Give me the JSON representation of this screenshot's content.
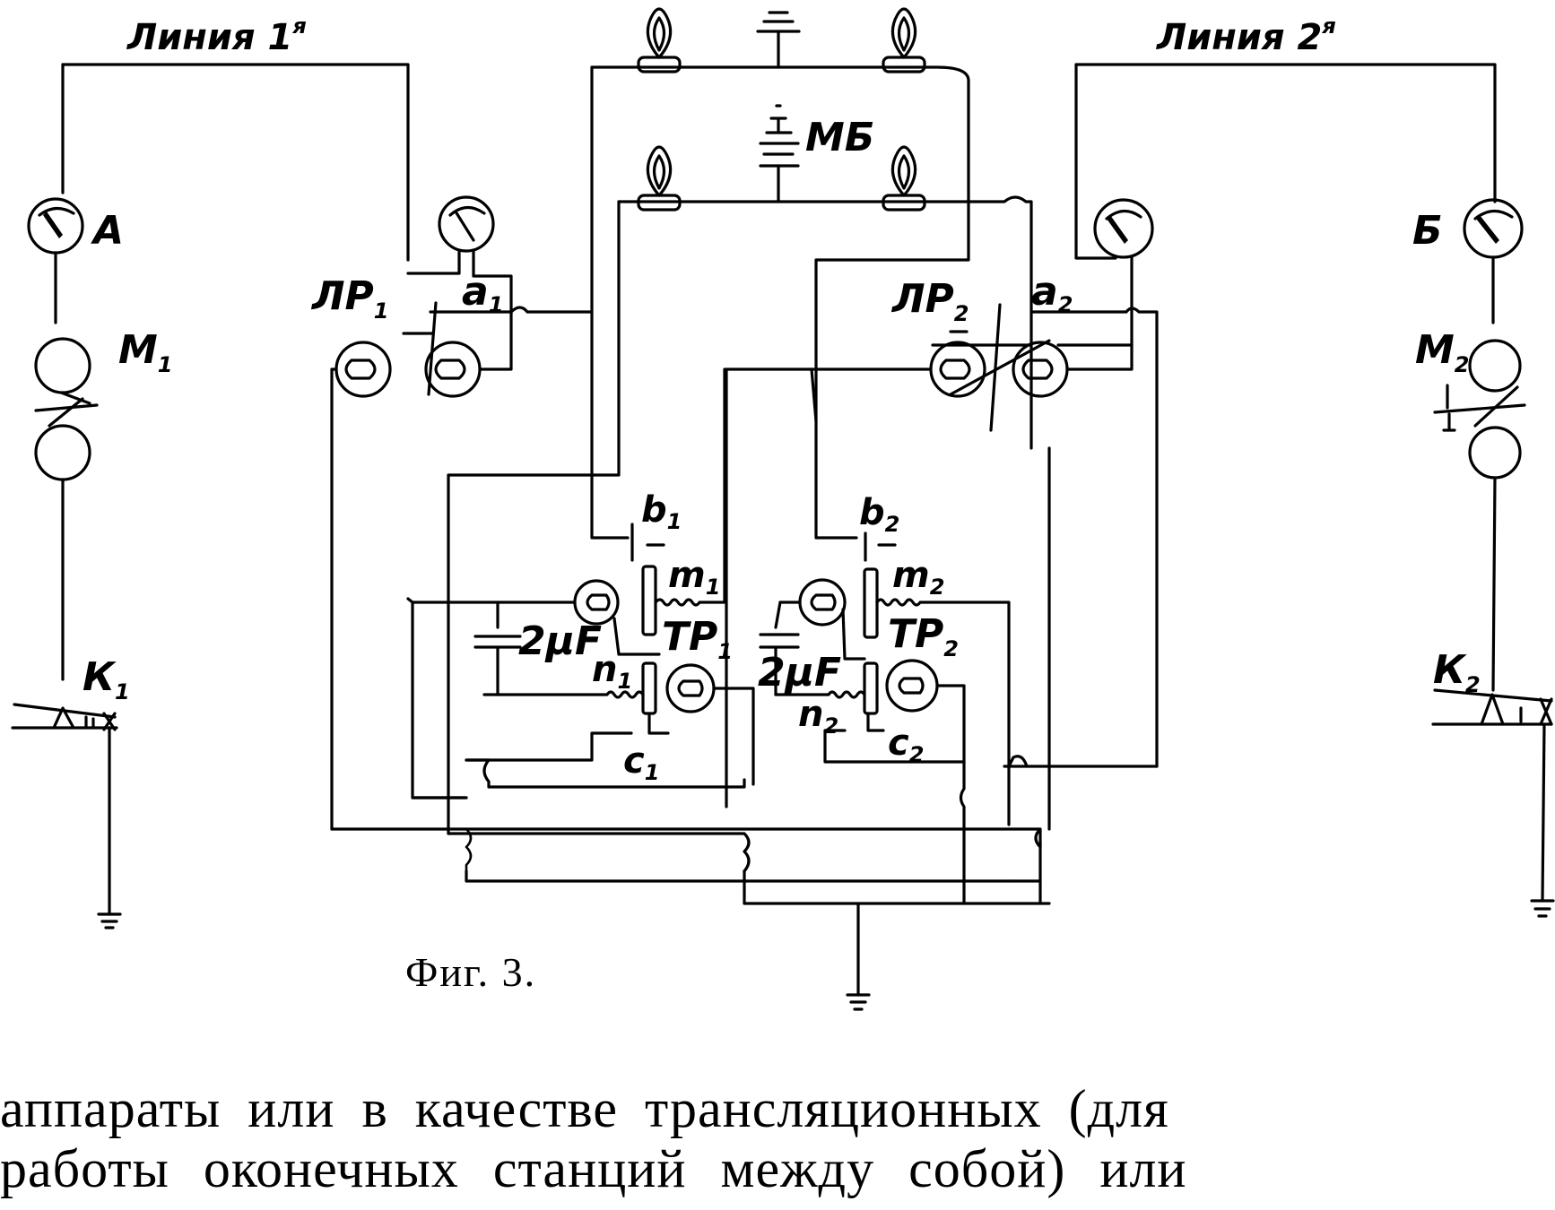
{
  "figure": {
    "caption": "Фиг. 3.",
    "labels": {
      "line1": "Линия 1",
      "line1_sup": "я",
      "line2": "Линия 2",
      "line2_sup": "я",
      "meter_a": "А",
      "meter_b": "Б",
      "m1": "М",
      "m1_sub": "1",
      "m2": "М",
      "m2_sub": "2",
      "k1": "К",
      "k1_sub": "1",
      "k2": "К",
      "k2_sub": "2",
      "lr1": "ЛР",
      "lr1_sub": "1",
      "lr2": "ЛР",
      "lr2_sub": "2",
      "a1": "a",
      "a1_sub": "1",
      "a2": "a",
      "a2_sub": "2",
      "battery": "МБ",
      "b1": "b",
      "b1_sub": "1",
      "b2": "b",
      "b2_sub": "2",
      "m_coil1": "m",
      "m_coil1_sub": "1",
      "m_coil2": "m",
      "m_coil2_sub": "2",
      "tr1": "ТР",
      "tr1_sub": "1",
      "tr2": "ТР",
      "tr2_sub": "2",
      "n1": "n",
      "n1_sub": "1",
      "n2": "n",
      "n2_sub": "2",
      "c1": "c",
      "c1_sub": "1",
      "c2": "c",
      "c2_sub": "2",
      "cap1": "2μF",
      "cap2": "2μF"
    }
  },
  "text": {
    "line1": "аппараты или в качестве трансляционных (для",
    "line2": "работы оконечных станций между собой) или"
  }
}
